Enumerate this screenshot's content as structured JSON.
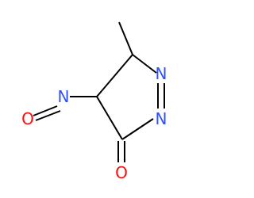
{
  "molecule": {
    "atoms": {
      "n1": {
        "symbol": "N",
        "color": "#3050F8"
      },
      "n2": {
        "symbol": "N",
        "color": "#3050F8"
      },
      "n_nitroso": {
        "symbol": "N",
        "color": "#3050F8"
      },
      "o_nitroso": {
        "symbol": "O",
        "color": "#FF0D0D"
      },
      "o_carbonyl": {
        "symbol": "O",
        "color": "#FF0D0D"
      }
    },
    "bond_color": "#000000"
  }
}
